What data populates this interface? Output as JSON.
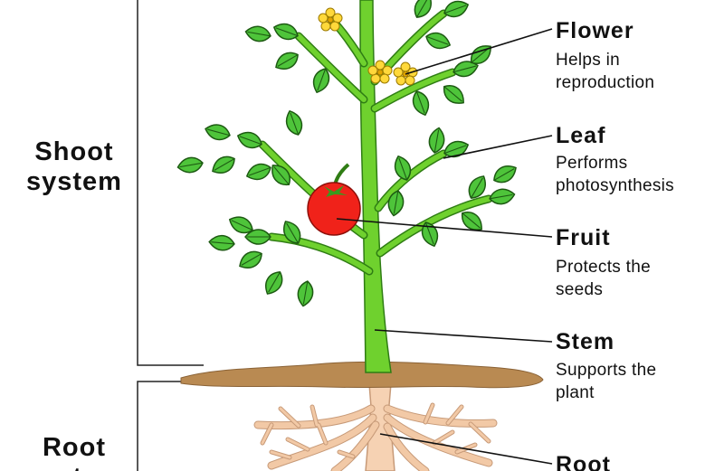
{
  "systems": {
    "shoot": {
      "line1": "Shoot",
      "line2": "system"
    },
    "root": {
      "line1": "Root",
      "line2": "system"
    }
  },
  "parts": {
    "flower": {
      "name": "Flower",
      "desc1": "Helps in",
      "desc2": "reproduction"
    },
    "leaf": {
      "name": "Leaf",
      "desc1": "Performs",
      "desc2": "photosynthesis"
    },
    "fruit": {
      "name": "Fruit",
      "desc1": "Protects the",
      "desc2": "seeds"
    },
    "stem": {
      "name": "Stem",
      "desc1": "Supports the",
      "desc2": "plant"
    },
    "root": {
      "name": "Root"
    }
  },
  "colors": {
    "stem_green": "#6fd12e",
    "leaf_green": "#4ec43a",
    "leaf_outline": "#1d5a12",
    "flower_yellow": "#ffd83a",
    "fruit_red": "#f0221a",
    "soil_brown": "#b98a52",
    "root_tan": "#f2c9a6"
  }
}
